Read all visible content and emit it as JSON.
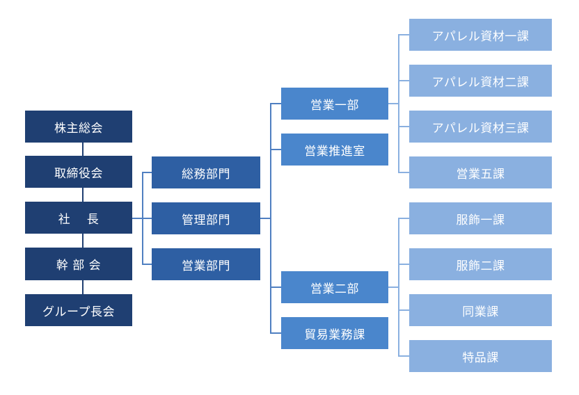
{
  "left_column": [
    {
      "label": "株主総会"
    },
    {
      "label": "取締役会"
    },
    {
      "label": "社　 長"
    },
    {
      "label": "幹 部 会"
    },
    {
      "label": "グループ長会"
    }
  ],
  "divisions": [
    {
      "label": "総務部門"
    },
    {
      "label": "管理部門"
    },
    {
      "label": "営業部門"
    }
  ],
  "departments": [
    {
      "label": "営業一部"
    },
    {
      "label": "営業推進室"
    },
    {
      "label": "営業二部"
    },
    {
      "label": "貿易業務課"
    }
  ],
  "sections": [
    {
      "label": "アパレル資材一課"
    },
    {
      "label": "アパレル資材二課"
    },
    {
      "label": "アパレル資材三課"
    },
    {
      "label": "営業五課"
    },
    {
      "label": "服飾一課"
    },
    {
      "label": "服飾二課"
    },
    {
      "label": "同業課"
    },
    {
      "label": "特品課"
    }
  ],
  "colors": {
    "dark": "#1f3f72",
    "mid": "#2e5fa3",
    "blue": "#4a86cc",
    "light": "#8ab0e0"
  }
}
